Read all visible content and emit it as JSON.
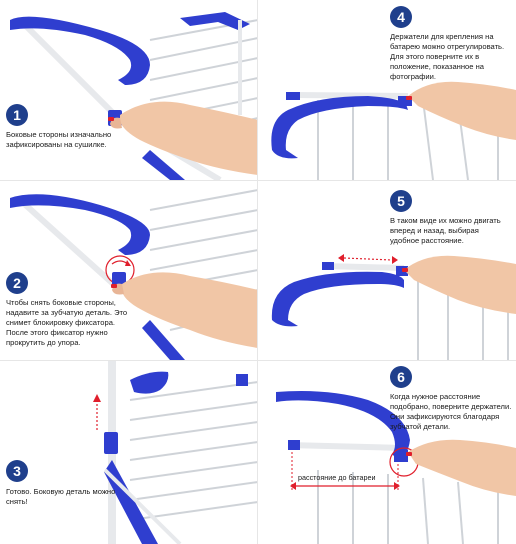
{
  "steps": [
    {
      "number": "1",
      "text": "Боковые стороны изначально зафиксированы на сушилке."
    },
    {
      "number": "2",
      "text": "Чтобы снять боковые стороны, надавите за зубчатую деталь. Это снимет блокировку фиксатора. После этого фиксатор нужно прокрутить до упора."
    },
    {
      "number": "3",
      "text": "Готово. Боковую деталь можно снять!"
    },
    {
      "number": "4",
      "text": "Держатели для крепления на батарею можно отрегулировать. Для этого поверните их в положение, показанное на фотографии."
    },
    {
      "number": "5",
      "text": "В таком виде их можно двигать вперед и назад, выбирая удобное расстояние."
    },
    {
      "number": "6",
      "text": "Когда нужное расстояние подобрано, поверните держатели. Они зафиксируются благодаря зубчатой детали."
    }
  ],
  "dimension_label": "расстояние до батареи",
  "colors": {
    "accent_blue": "#2f3ecf",
    "badge_navy": "#1f3f8c",
    "arrow_red": "#e01e2b",
    "skin": "#f1c6a6",
    "rod_gray": "#cfd3d8"
  }
}
